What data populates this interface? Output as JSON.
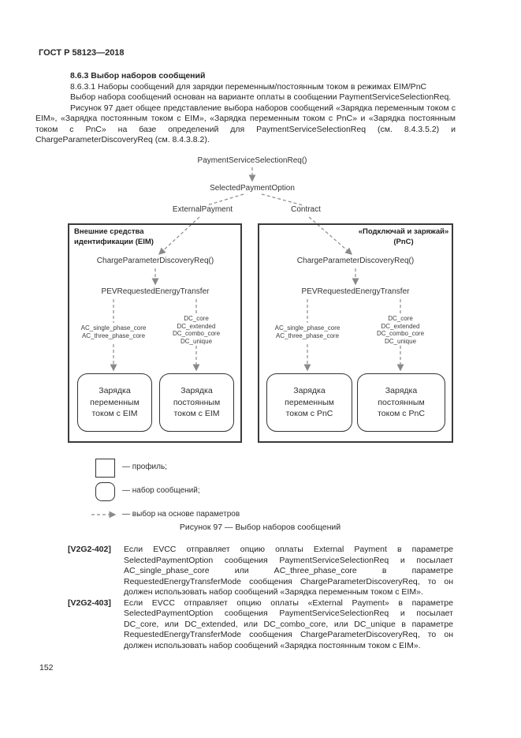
{
  "page": {
    "header": "ГОСТ Р 58123—2018",
    "page_number": "152"
  },
  "section": {
    "heading": "8.6.3 Выбор наборов сообщений",
    "subclause": "8.6.3.1 Наборы сообщений для зарядки переменным/постоянным током в режимах EIM/PnC",
    "para1": "Выбор набора сообщений основан на варианте оплаты в сообщении PaymentServiceSelectionReq.",
    "para2": "Рисунок 97 дает общее представление выбора наборов сообщений «Зарядка переменным током с EIM», «Зарядка постоянным током с EIM», «Зарядка переменным током с PnC» и «Зарядка постоянным током с PnC» на базе определений для PaymentServiceSelectionReq (см. 8.4.3.5.2) и ChargeParameterDiscoveryReq (см. 8.4.3.8.2)."
  },
  "diagram": {
    "root_label": "PaymentServiceSelectionReq()",
    "selected_payment_option": "SelectedPaymentOption",
    "branch_left": "ExternalPayment",
    "branch_right": "Contract",
    "eim_panel": {
      "title_line1": "Внешние средства",
      "title_line2": "идентификации (EIM)",
      "cpd": "ChargeParameterDiscoveryReq()",
      "pev": "PEVRequestedEnergyTransfer",
      "ac_params": [
        "AC_single_phase_core",
        "AC_three_phase_core"
      ],
      "dc_params": [
        "DC_core",
        "DC_extended",
        "DC_combo_core",
        "DC_unique"
      ],
      "box_ac": [
        "Зарядка",
        "переменным",
        "током с EIM"
      ],
      "box_dc": [
        "Зарядка",
        "постоянным",
        "током с EIM"
      ]
    },
    "pnc_panel": {
      "title_line1": "«Подключай и заряжай»",
      "title_line2": "(PnC)",
      "cpd": "ChargeParameterDiscoveryReq()",
      "pev": "PEVRequestedEnergyTransfer",
      "ac_params": [
        "AC_single_phase_core",
        "AC_three_phase_core"
      ],
      "dc_params": [
        "DC_core",
        "DC_extended",
        "DC_combo_core",
        "DC_unique"
      ],
      "box_ac": [
        "Зарядка",
        "переменным",
        "током с PnC"
      ],
      "box_dc": [
        "Зарядка",
        "постоянным",
        "током с PnC"
      ]
    },
    "legend": {
      "profile": "— профиль;",
      "message_set": "— набор сообщений;",
      "param_choice": "— выбор на основе параметров"
    },
    "caption": "Рисунок 97 — Выбор наборов сообщений"
  },
  "requirements": [
    {
      "id": "[V2G2-402]",
      "text": "Если EVCC отправляет опцию оплаты External Payment в параметре SelectedPaymentOption сообщения PaymentServiceSelectionReq и посылает AC_single_phase_core или AC_three_phase_core в параметре RequestedEnergyTransferMode сообщения ChargeParameterDiscoveryReq, то он должен использовать набор сообщений «Зарядка переменным током с EIM»."
    },
    {
      "id": "[V2G2-403]",
      "text": "Если EVCC отправляет опцию оплаты «External Payment» в параметре SelectedPaymentOption сообщения PaymentServiceSelectionReq и посылает DC_core, или DC_extended, или DC_combo_core, или DC_unique в параметре RequestedEnergyTransferMode сообщения ChargeParameterDiscoveryReq, то он должен использовать набор сообщений «Зарядка постоянным током с EIM»."
    }
  ]
}
